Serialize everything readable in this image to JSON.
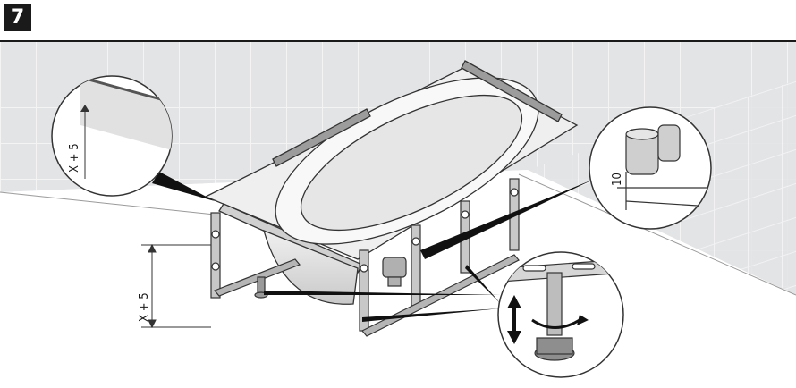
{
  "header": {
    "step_number": "7"
  },
  "callouts": {
    "edge_dimension": "X + 5",
    "frame_height_dimension": "X + 5",
    "drain_clearance": "10"
  }
}
